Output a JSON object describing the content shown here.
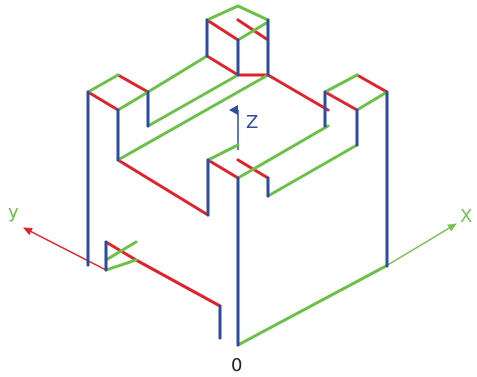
{
  "axes": {
    "origin_label": "0",
    "x_label": "X",
    "y_label": "y",
    "z_label": "Z"
  },
  "colors": {
    "x_edges": "#4a9c3a",
    "y_edges": "#e0232a",
    "z_edges": "#2c4c9e",
    "x_axis": "#7ac152",
    "y_axis": "#e0232a",
    "z_axis": "#2c4c9e",
    "x_label": "#7ac152",
    "y_label": "#6cc04a",
    "z_label": "#2c4c9e",
    "origin_label": "#222222"
  }
}
